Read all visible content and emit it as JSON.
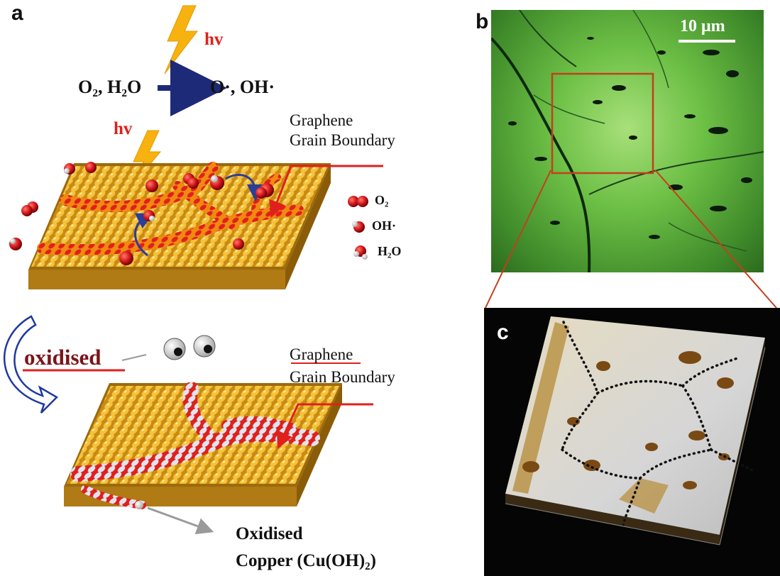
{
  "panels": {
    "a": {
      "letter": "a",
      "hv_top": "hv",
      "hv_mid": "hv",
      "reaction_reactants": "O₂, H₂O",
      "reaction_products": "O·, OH·",
      "boundary_label_1_line1": "Graphene",
      "boundary_label_1_line2": "Grain Boundary",
      "legend": [
        {
          "label": "O₂",
          "icon": "o2-molecule-icon"
        },
        {
          "label": "OH·",
          "icon": "oh-radical-icon"
        },
        {
          "label": "H₂O",
          "icon": "h2o-molecule-icon"
        }
      ],
      "oxidised_label": "oxidised",
      "boundary_label_2_line1": "Graphene",
      "boundary_label_2_line2": "Grain Boundary",
      "oxidised_copper_line1": "Oxidised",
      "oxidised_copper_line2": "Copper (Cu(OH)₂)"
    },
    "b": {
      "letter": "b",
      "scale_bar": "10 μm"
    },
    "c": {
      "letter": "c"
    }
  },
  "colors": {
    "copper_gold": "#f0b323",
    "boundary_red": "#e0201c",
    "arrow_navy": "#1c2a78",
    "optical_green": "#5fae3c",
    "afm_brown": "#8a6a2c",
    "oxide_gray": "#c8d0dc"
  }
}
